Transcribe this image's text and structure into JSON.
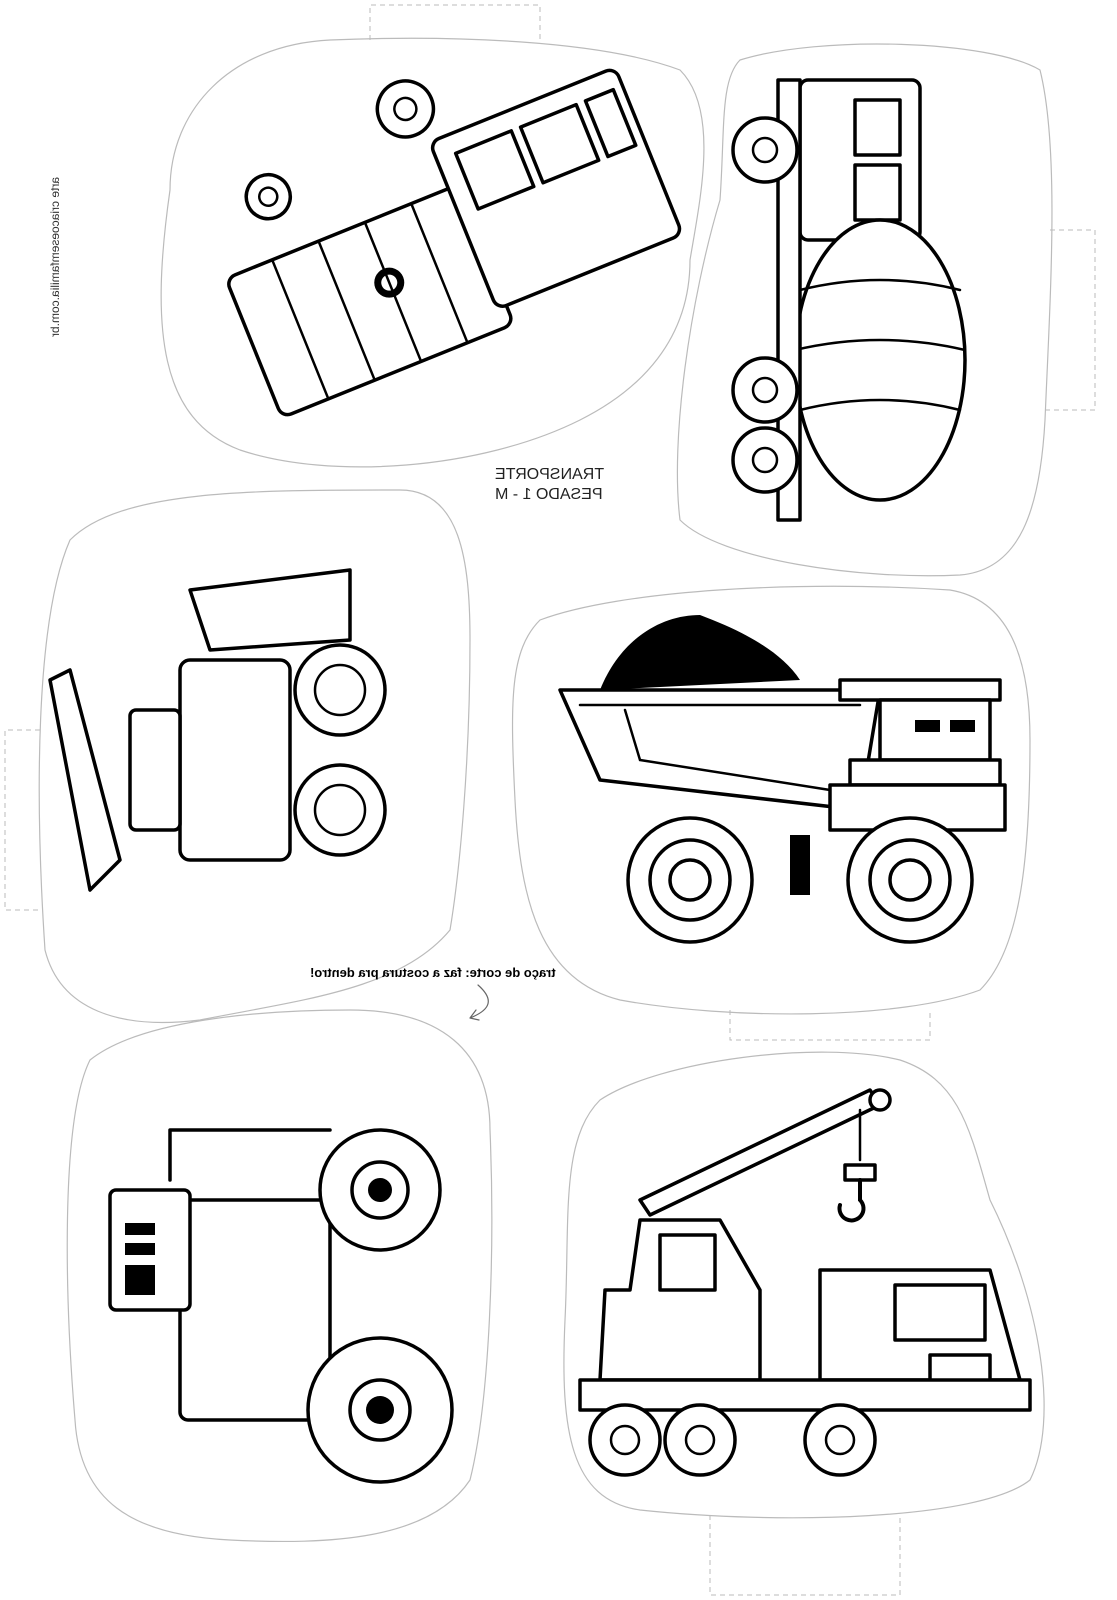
{
  "title": {
    "line1": "TRANSPORTE",
    "line2": "PESADO 1 - M"
  },
  "cut_hint": "traço de corte: faz a costura pra dentro!",
  "credit": "arte criacoesemfamilia.com.br",
  "vehicles": [
    "garbage-truck",
    "cement-mixer",
    "snowplow-truck",
    "dump-truck",
    "tractor",
    "crane-truck"
  ]
}
